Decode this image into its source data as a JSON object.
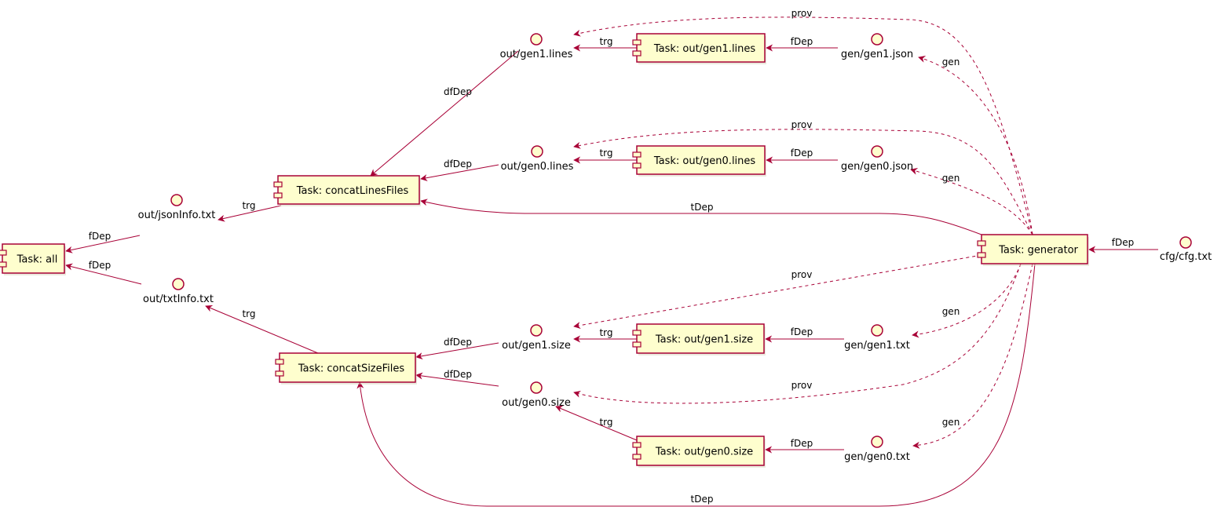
{
  "components": [
    {
      "id": "all",
      "label": "Task: all"
    },
    {
      "id": "concatLines",
      "label": "Task: concatLinesFiles"
    },
    {
      "id": "concatSize",
      "label": "Task: concatSizeFiles"
    },
    {
      "id": "gen1lines",
      "label": "Task: out/gen1.lines"
    },
    {
      "id": "gen0lines",
      "label": "Task: out/gen0.lines"
    },
    {
      "id": "gen1size",
      "label": "Task: out/gen1.size"
    },
    {
      "id": "gen0size",
      "label": "Task: out/gen0.size"
    },
    {
      "id": "generator",
      "label": "Task: generator"
    }
  ],
  "interfaces": [
    {
      "id": "jsonInfo",
      "label": "out/jsonInfo.txt"
    },
    {
      "id": "txtInfo",
      "label": "out/txtInfo.txt"
    },
    {
      "id": "outGen1lines",
      "label": "out/gen1.lines"
    },
    {
      "id": "outGen0lines",
      "label": "out/gen0.lines"
    },
    {
      "id": "outGen1size",
      "label": "out/gen1.size"
    },
    {
      "id": "outGen0size",
      "label": "out/gen0.size"
    },
    {
      "id": "gen1json",
      "label": "gen/gen1.json"
    },
    {
      "id": "gen0json",
      "label": "gen/gen0.json"
    },
    {
      "id": "gen1txt",
      "label": "gen/gen1.txt"
    },
    {
      "id": "gen0txt",
      "label": "gen/gen0.txt"
    },
    {
      "id": "cfg",
      "label": "cfg/cfg.txt"
    }
  ],
  "edges": [
    {
      "id": "e1",
      "from": "jsonInfo",
      "to": "all",
      "label": "fDep",
      "style": "solid"
    },
    {
      "id": "e2",
      "from": "txtInfo",
      "to": "all",
      "label": "fDep",
      "style": "solid"
    },
    {
      "id": "e3",
      "from": "concatLines",
      "to": "jsonInfo",
      "label": "trg",
      "style": "solid"
    },
    {
      "id": "e4",
      "from": "concatSize",
      "to": "txtInfo",
      "label": "trg",
      "style": "solid"
    },
    {
      "id": "e5",
      "from": "outGen1lines",
      "to": "concatLines",
      "label": "dfDep",
      "style": "solid"
    },
    {
      "id": "e6",
      "from": "outGen0lines",
      "to": "concatLines",
      "label": "dfDep",
      "style": "solid"
    },
    {
      "id": "e7",
      "from": "outGen1size",
      "to": "concatSize",
      "label": "dfDep",
      "style": "solid"
    },
    {
      "id": "e8",
      "from": "outGen0size",
      "to": "concatSize",
      "label": "dfDep",
      "style": "solid"
    },
    {
      "id": "e9",
      "from": "gen1lines",
      "to": "outGen1lines",
      "label": "trg",
      "style": "solid"
    },
    {
      "id": "e10",
      "from": "gen0lines",
      "to": "outGen0lines",
      "label": "trg",
      "style": "solid"
    },
    {
      "id": "e11",
      "from": "gen1size",
      "to": "outGen1size",
      "label": "trg",
      "style": "solid"
    },
    {
      "id": "e12",
      "from": "gen0size",
      "to": "outGen0size",
      "label": "trg",
      "style": "solid"
    },
    {
      "id": "e13",
      "from": "gen1json",
      "to": "gen1lines",
      "label": "fDep",
      "style": "solid"
    },
    {
      "id": "e14",
      "from": "gen0json",
      "to": "gen0lines",
      "label": "fDep",
      "style": "solid"
    },
    {
      "id": "e15",
      "from": "gen1txt",
      "to": "gen1size",
      "label": "fDep",
      "style": "solid"
    },
    {
      "id": "e16",
      "from": "gen0txt",
      "to": "gen0size",
      "label": "fDep",
      "style": "solid"
    },
    {
      "id": "e17",
      "from": "generator",
      "to": "outGen1lines",
      "label": "prov",
      "style": "dashed"
    },
    {
      "id": "e18",
      "from": "generator",
      "to": "outGen0lines",
      "label": "prov",
      "style": "dashed"
    },
    {
      "id": "e19",
      "from": "generator",
      "to": "outGen1size",
      "label": "prov",
      "style": "dashed"
    },
    {
      "id": "e20",
      "from": "generator",
      "to": "outGen0size",
      "label": "prov",
      "style": "dashed"
    },
    {
      "id": "e21",
      "from": "generator",
      "to": "gen1json",
      "label": "gen",
      "style": "dashed"
    },
    {
      "id": "e22",
      "from": "generator",
      "to": "gen0json",
      "label": "gen",
      "style": "dashed"
    },
    {
      "id": "e23",
      "from": "generator",
      "to": "gen1txt",
      "label": "gen",
      "style": "dashed"
    },
    {
      "id": "e24",
      "from": "generator",
      "to": "gen0txt",
      "label": "gen",
      "style": "dashed"
    },
    {
      "id": "e25",
      "from": "generator",
      "to": "concatLines",
      "label": "tDep",
      "style": "solid"
    },
    {
      "id": "e26",
      "from": "generator",
      "to": "concatSize",
      "label": "tDep",
      "style": "solid"
    },
    {
      "id": "e27",
      "from": "cfg",
      "to": "generator",
      "label": "fDep",
      "style": "solid"
    }
  ],
  "colors": {
    "stroke": "#A80036",
    "fill": "#FEFECE",
    "text": "#000000"
  }
}
